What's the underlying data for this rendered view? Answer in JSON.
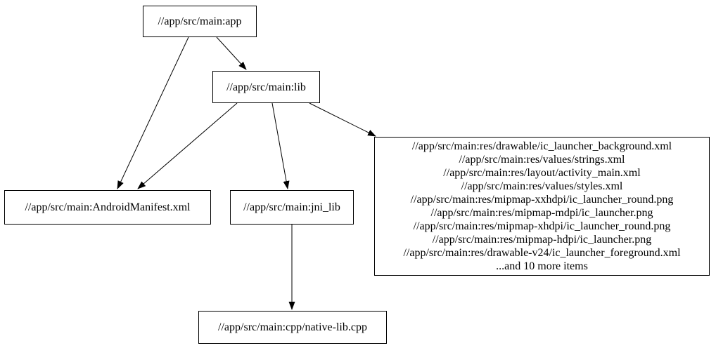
{
  "diagram": {
    "type": "dependency-graph",
    "background_color": "#ffffff",
    "node_fill_color": "#ffffff",
    "node_border_color": "#000000",
    "text_color": "#000000",
    "edge_color": "#000000",
    "nodes": {
      "app": {
        "label": "//app/src/main:app"
      },
      "lib": {
        "label": "//app/src/main:lib"
      },
      "android_manifest": {
        "label": "//app/src/main:AndroidManifest.xml"
      },
      "jni_lib": {
        "label": "//app/src/main:jni_lib"
      },
      "native_lib_cpp": {
        "label": "//app/src/main:cpp/native-lib.cpp"
      },
      "res_group": {
        "lines": [
          "//app/src/main:res/drawable/ic_launcher_background.xml",
          "//app/src/main:res/values/strings.xml",
          "//app/src/main:res/layout/activity_main.xml",
          "//app/src/main:res/values/styles.xml",
          "//app/src/main:res/mipmap-xxhdpi/ic_launcher_round.png",
          "//app/src/main:res/mipmap-mdpi/ic_launcher.png",
          "//app/src/main:res/mipmap-xhdpi/ic_launcher_round.png",
          "//app/src/main:res/mipmap-hdpi/ic_launcher.png",
          "//app/src/main:res/drawable-v24/ic_launcher_foreground.xml",
          "...and 10 more items"
        ]
      }
    },
    "edges": [
      {
        "from": "app",
        "to": "lib"
      },
      {
        "from": "app",
        "to": "android_manifest"
      },
      {
        "from": "lib",
        "to": "android_manifest"
      },
      {
        "from": "lib",
        "to": "jni_lib"
      },
      {
        "from": "lib",
        "to": "res_group"
      },
      {
        "from": "jni_lib",
        "to": "native_lib_cpp"
      }
    ]
  }
}
